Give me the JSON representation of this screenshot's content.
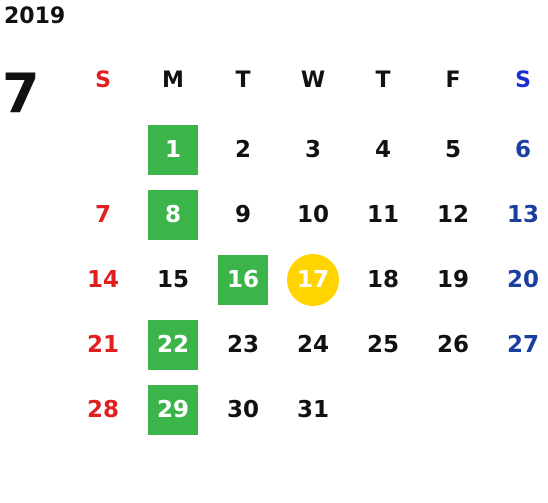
{
  "calendar": {
    "year": "2019",
    "month": "7",
    "weekdays": [
      "S",
      "M",
      "T",
      "W",
      "T",
      "F",
      "S"
    ],
    "weeks": [
      [
        {
          "day": "",
          "type": "sun"
        },
        {
          "day": "1",
          "type": "weekday",
          "highlight": "green"
        },
        {
          "day": "2",
          "type": "weekday"
        },
        {
          "day": "3",
          "type": "weekday"
        },
        {
          "day": "4",
          "type": "weekday"
        },
        {
          "day": "5",
          "type": "weekday"
        },
        {
          "day": "6",
          "type": "sat"
        }
      ],
      [
        {
          "day": "7",
          "type": "sun"
        },
        {
          "day": "8",
          "type": "weekday",
          "highlight": "green"
        },
        {
          "day": "9",
          "type": "weekday"
        },
        {
          "day": "10",
          "type": "weekday"
        },
        {
          "day": "11",
          "type": "weekday"
        },
        {
          "day": "12",
          "type": "weekday"
        },
        {
          "day": "13",
          "type": "sat"
        }
      ],
      [
        {
          "day": "14",
          "type": "sun"
        },
        {
          "day": "15",
          "type": "weekday"
        },
        {
          "day": "16",
          "type": "weekday",
          "highlight": "green"
        },
        {
          "day": "17",
          "type": "weekday",
          "highlight": "today"
        },
        {
          "day": "18",
          "type": "weekday"
        },
        {
          "day": "19",
          "type": "weekday"
        },
        {
          "day": "20",
          "type": "sat"
        }
      ],
      [
        {
          "day": "21",
          "type": "sun"
        },
        {
          "day": "22",
          "type": "weekday",
          "highlight": "green"
        },
        {
          "day": "23",
          "type": "weekday"
        },
        {
          "day": "24",
          "type": "weekday"
        },
        {
          "day": "25",
          "type": "weekday"
        },
        {
          "day": "26",
          "type": "weekday"
        },
        {
          "day": "27",
          "type": "sat"
        }
      ],
      [
        {
          "day": "28",
          "type": "sun"
        },
        {
          "day": "29",
          "type": "weekday",
          "highlight": "green"
        },
        {
          "day": "30",
          "type": "weekday"
        },
        {
          "day": "31",
          "type": "weekday"
        },
        {
          "day": "",
          "type": "weekday"
        },
        {
          "day": "",
          "type": "weekday"
        },
        {
          "day": "",
          "type": "sat"
        }
      ]
    ]
  },
  "colors": {
    "sunday": "#e02020",
    "saturday": "#1a3fa0",
    "highlight_green": "#3bb54a",
    "today": "#ffd400"
  }
}
